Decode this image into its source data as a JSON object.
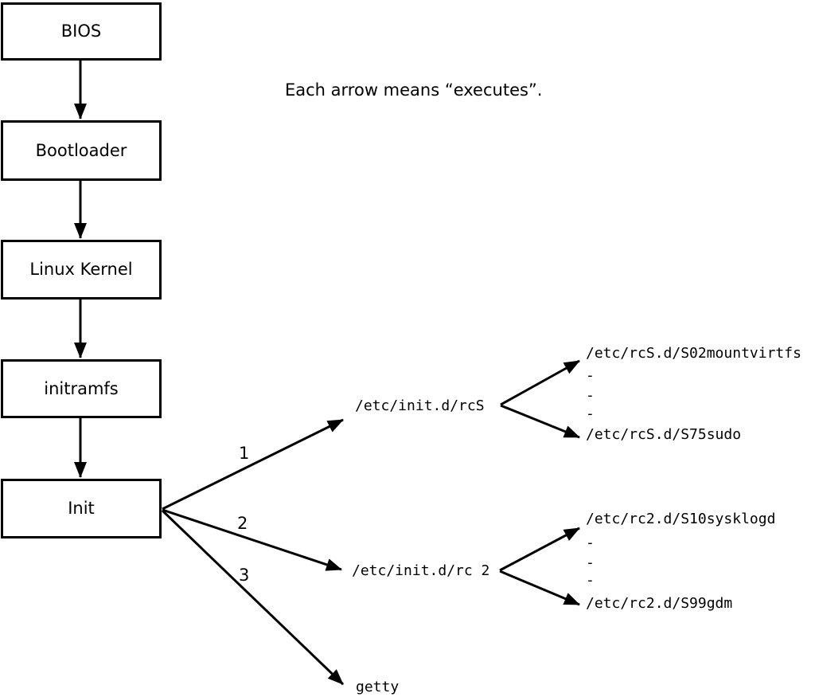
{
  "note": "Each arrow means “executes”.",
  "nodes": {
    "bios": "BIOS",
    "bootloader": "Bootloader",
    "kernel": "Linux Kernel",
    "initramfs": "initramfs",
    "init": "Init"
  },
  "branches": [
    {
      "label": "1",
      "target": "/etc/init.d/rcS"
    },
    {
      "label": "2",
      "target": "/etc/init.d/rc 2"
    },
    {
      "label": "3",
      "target": "getty"
    }
  ],
  "rcS_scripts": {
    "first": "/etc/rcS.d/S02mountvirtfs",
    "ellipsis": [
      "-",
      "-",
      "-"
    ],
    "last": "/etc/rcS.d/S75sudo"
  },
  "rc2_scripts": {
    "first": "/etc/rc2.d/S10sysklogd",
    "ellipsis": [
      "-",
      "-",
      "-"
    ],
    "last": "/etc/rc2.d/S99gdm"
  },
  "colors": {
    "line": "#000000",
    "background": "#ffffff"
  }
}
